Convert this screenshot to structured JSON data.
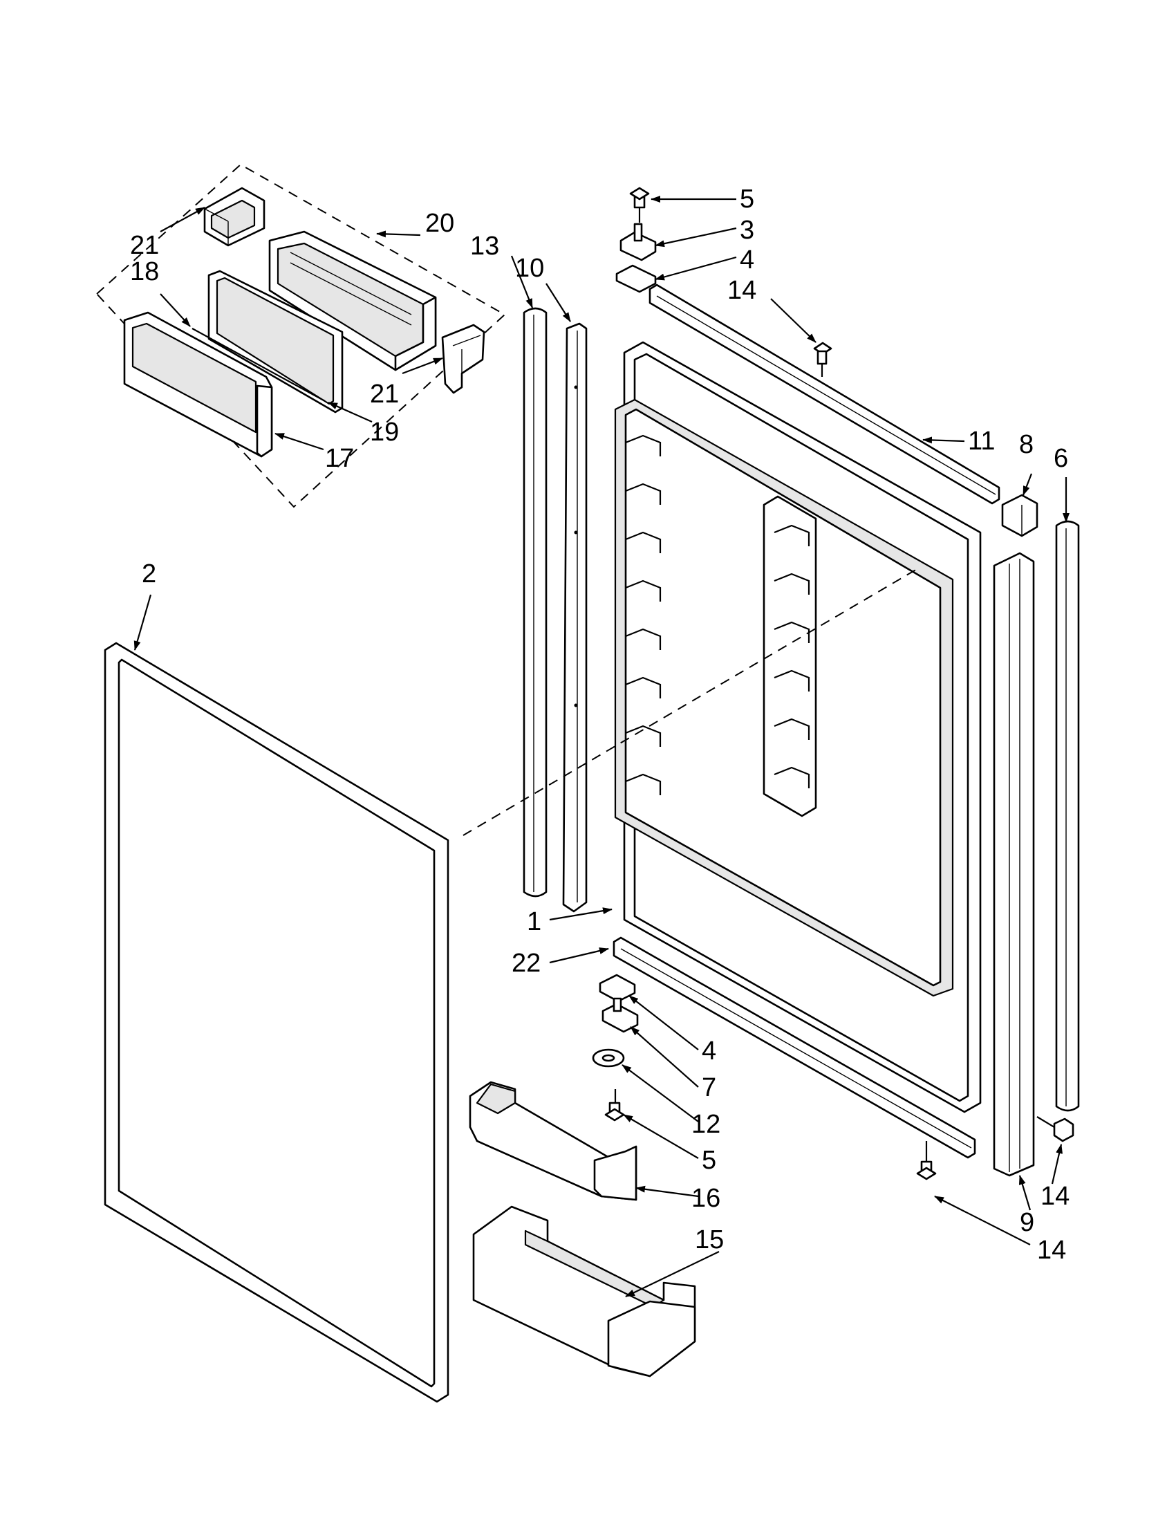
{
  "callouts": {
    "c1": "1",
    "c2": "2",
    "c3": "3",
    "c4a": "4",
    "c4b": "4",
    "c5a": "5",
    "c5b": "5",
    "c6": "6",
    "c7": "7",
    "c8": "8",
    "c9": "9",
    "c10": "10",
    "c11": "11",
    "c12": "12",
    "c13": "13",
    "c14a": "14",
    "c14b": "14",
    "c14c": "14",
    "c15": "15",
    "c16": "16",
    "c17": "17",
    "c18": "18",
    "c19": "19",
    "c20": "20",
    "c21a": "21",
    "c21b": "21",
    "c22": "22"
  }
}
